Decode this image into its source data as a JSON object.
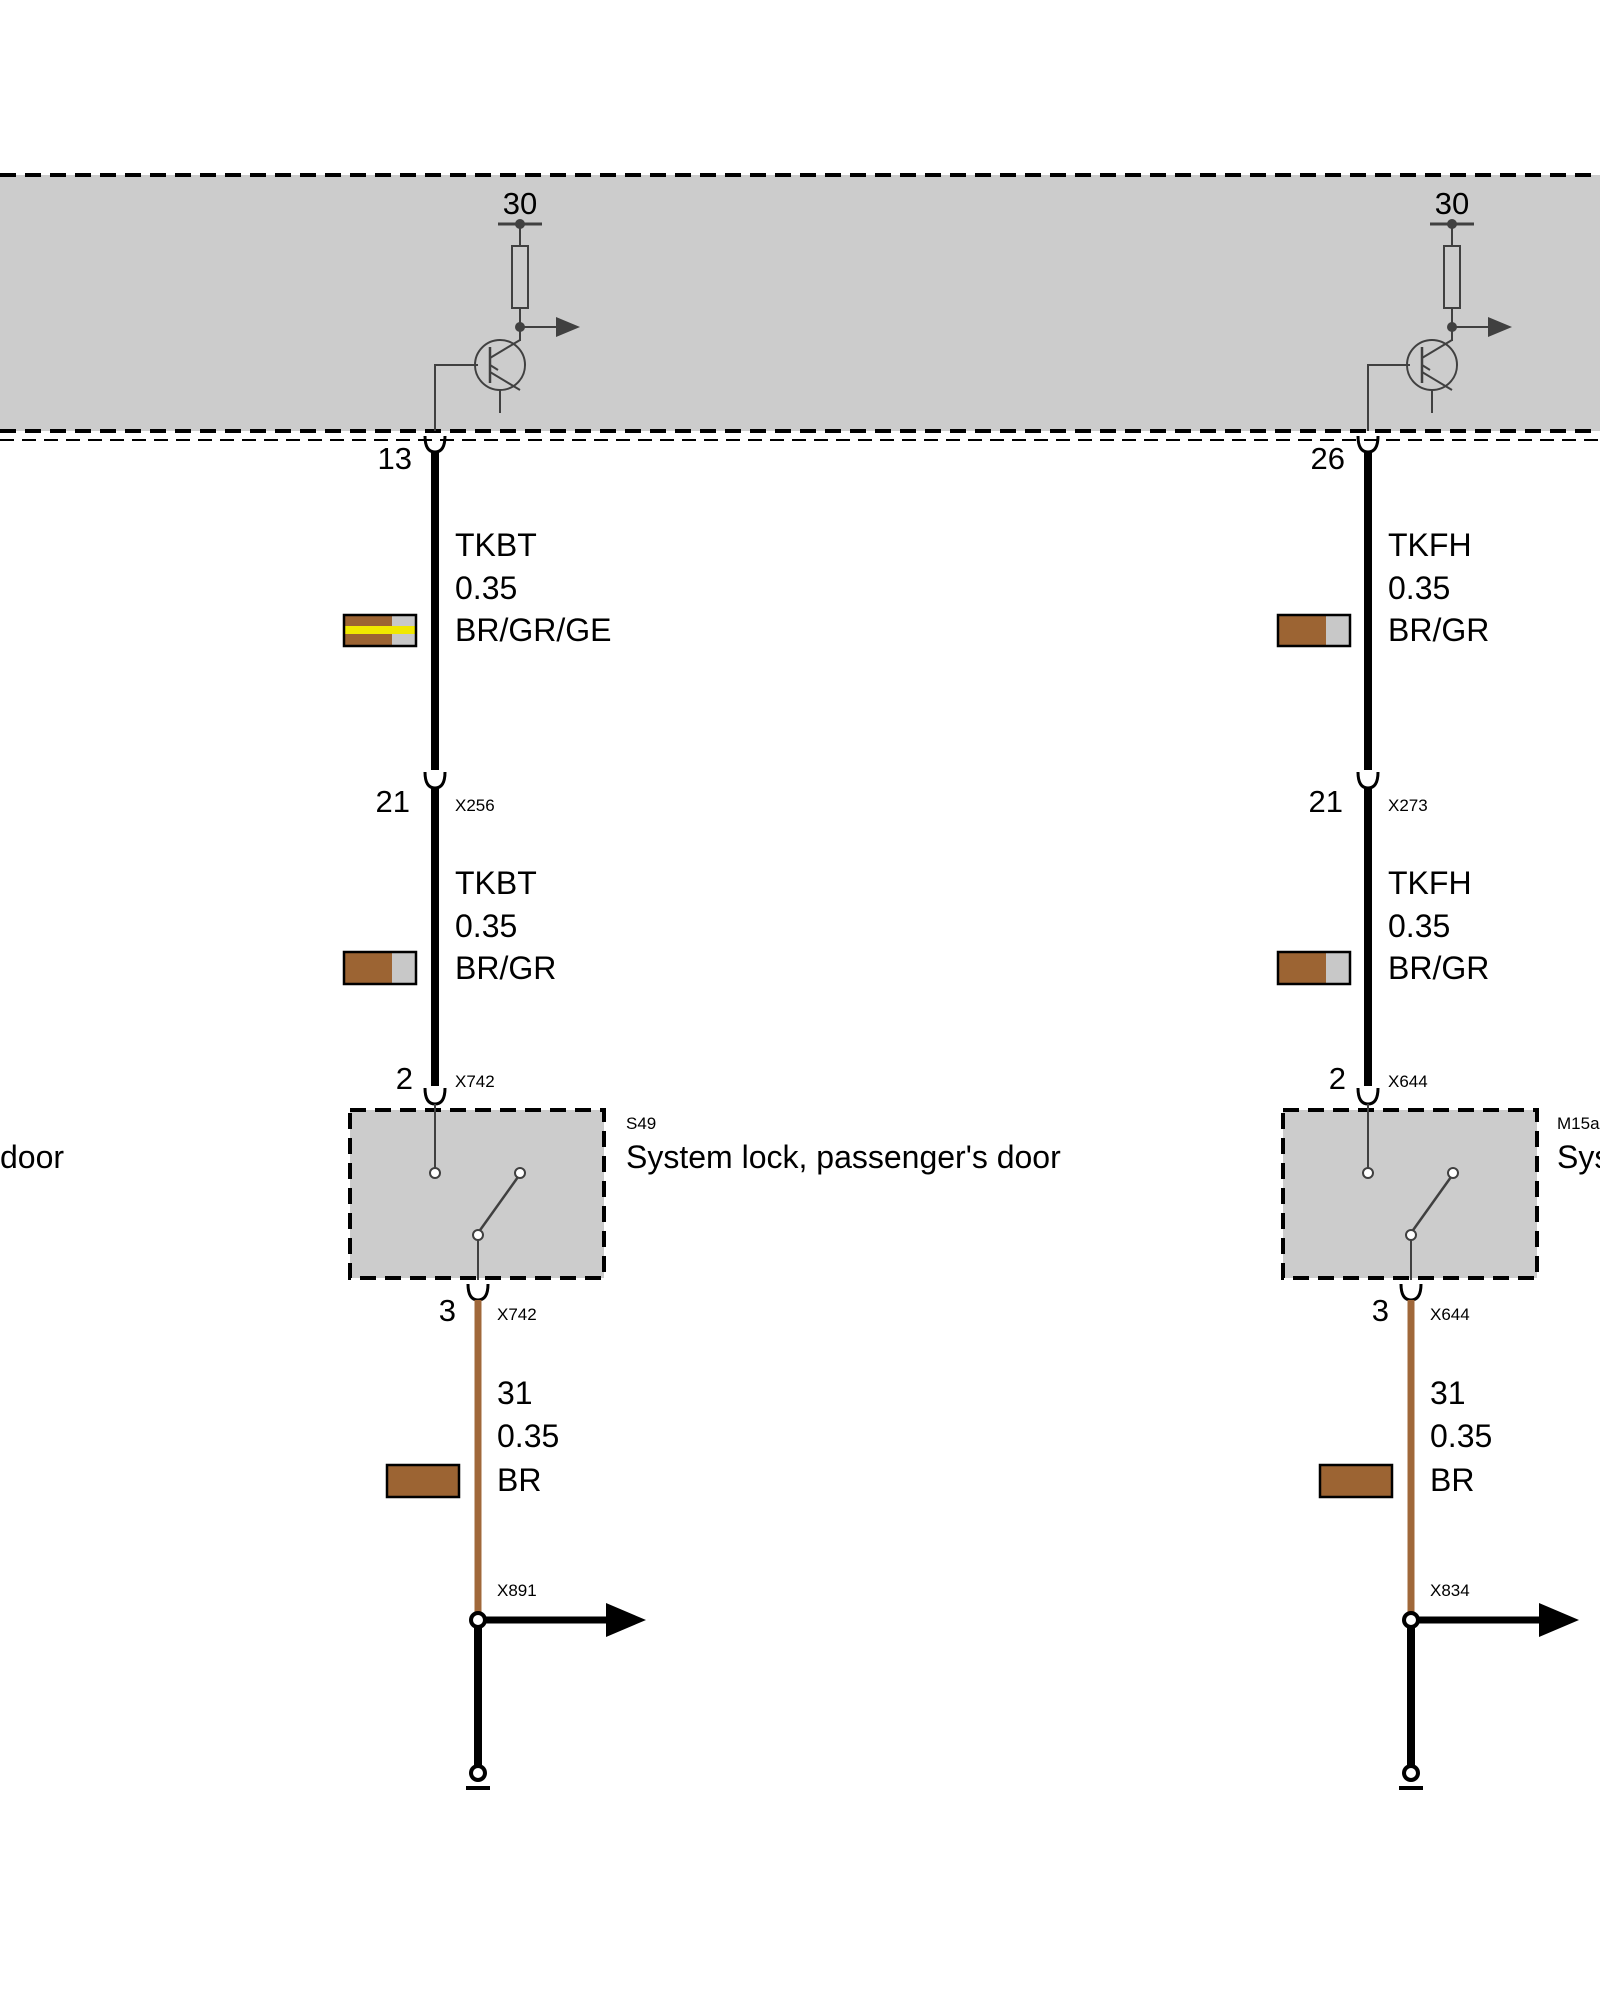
{
  "colors": {
    "module_fill": "#cccccc",
    "wire_black": "#000000",
    "wire_brown": "#a0683a",
    "swatch_brown": "#9c6433",
    "swatch_grey": "#c8c8c8",
    "swatch_yellow": "#f0e800",
    "symbol_grey": "#404040"
  },
  "control_unit": {
    "left_circuit": {
      "supply_terminal": "30",
      "output_pin": "13"
    },
    "right_circuit": {
      "supply_terminal": "30",
      "output_pin": "26"
    }
  },
  "left_branch": {
    "seg1": {
      "signal": "TKBT",
      "gauge": "0.35",
      "color": "BR/GR/GE"
    },
    "connector1": {
      "pin": "21",
      "id": "X256"
    },
    "seg2": {
      "signal": "TKBT",
      "gauge": "0.35",
      "color": "BR/GR"
    },
    "switch_in": {
      "pin": "2",
      "id": "X742"
    },
    "component": {
      "code": "S49",
      "name": "System lock, passenger's door"
    },
    "switch_out": {
      "pin": "3",
      "id": "X742"
    },
    "seg3": {
      "signal": "31",
      "gauge": "0.35",
      "color": "BR"
    },
    "ground_splice": "X891"
  },
  "right_branch": {
    "seg1": {
      "signal": "TKFH",
      "gauge": "0.35",
      "color": "BR/GR"
    },
    "connector1": {
      "pin": "21",
      "id": "X273"
    },
    "seg2": {
      "signal": "TKFH",
      "gauge": "0.35",
      "color": "BR/GR"
    },
    "switch_in": {
      "pin": "2",
      "id": "X644"
    },
    "component": {
      "code": "M15a",
      "name": "Sys"
    },
    "switch_out": {
      "pin": "3",
      "id": "X644"
    },
    "seg3": {
      "signal": "31",
      "gauge": "0.35",
      "color": "BR"
    },
    "ground_splice": "X834"
  },
  "offscreen_left_label": "door"
}
